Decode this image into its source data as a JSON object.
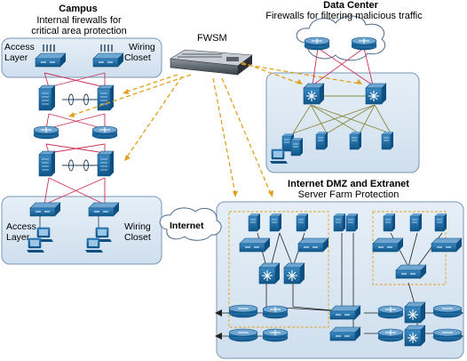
{
  "campus": {
    "title": "Campus",
    "subtitle_line1": "Internal firewalls for",
    "subtitle_line2": "critical area protection",
    "access_layer_top_1": "Access",
    "access_layer_top_2": "Layer",
    "wiring_closet_top_1": "Wiring",
    "wiring_closet_top_2": "Closet",
    "access_layer_bottom_1": "Access",
    "access_layer_bottom_2": "Layer",
    "wiring_closet_bottom_1": "Wiring",
    "wiring_closet_bottom_2": "Closet"
  },
  "fwsm": {
    "label": "FWSM"
  },
  "data_center": {
    "title": "Data Center",
    "subtitle": "Firewalls for filtering malicious traffic"
  },
  "internet": {
    "label": "Internet"
  },
  "dmz": {
    "title": "Internet DMZ and Extranet",
    "subtitle": "Server Farm Protection"
  },
  "colors": {
    "panel_fill": "#dce8f2",
    "panel_stroke": "#7a96b5",
    "device_blue": "#1f6ea8",
    "device_dark": "#0d4f80",
    "link_red": "#cc3355",
    "link_orange": "#e0a020",
    "link_black": "#222222",
    "link_olive": "#8a8a40"
  }
}
